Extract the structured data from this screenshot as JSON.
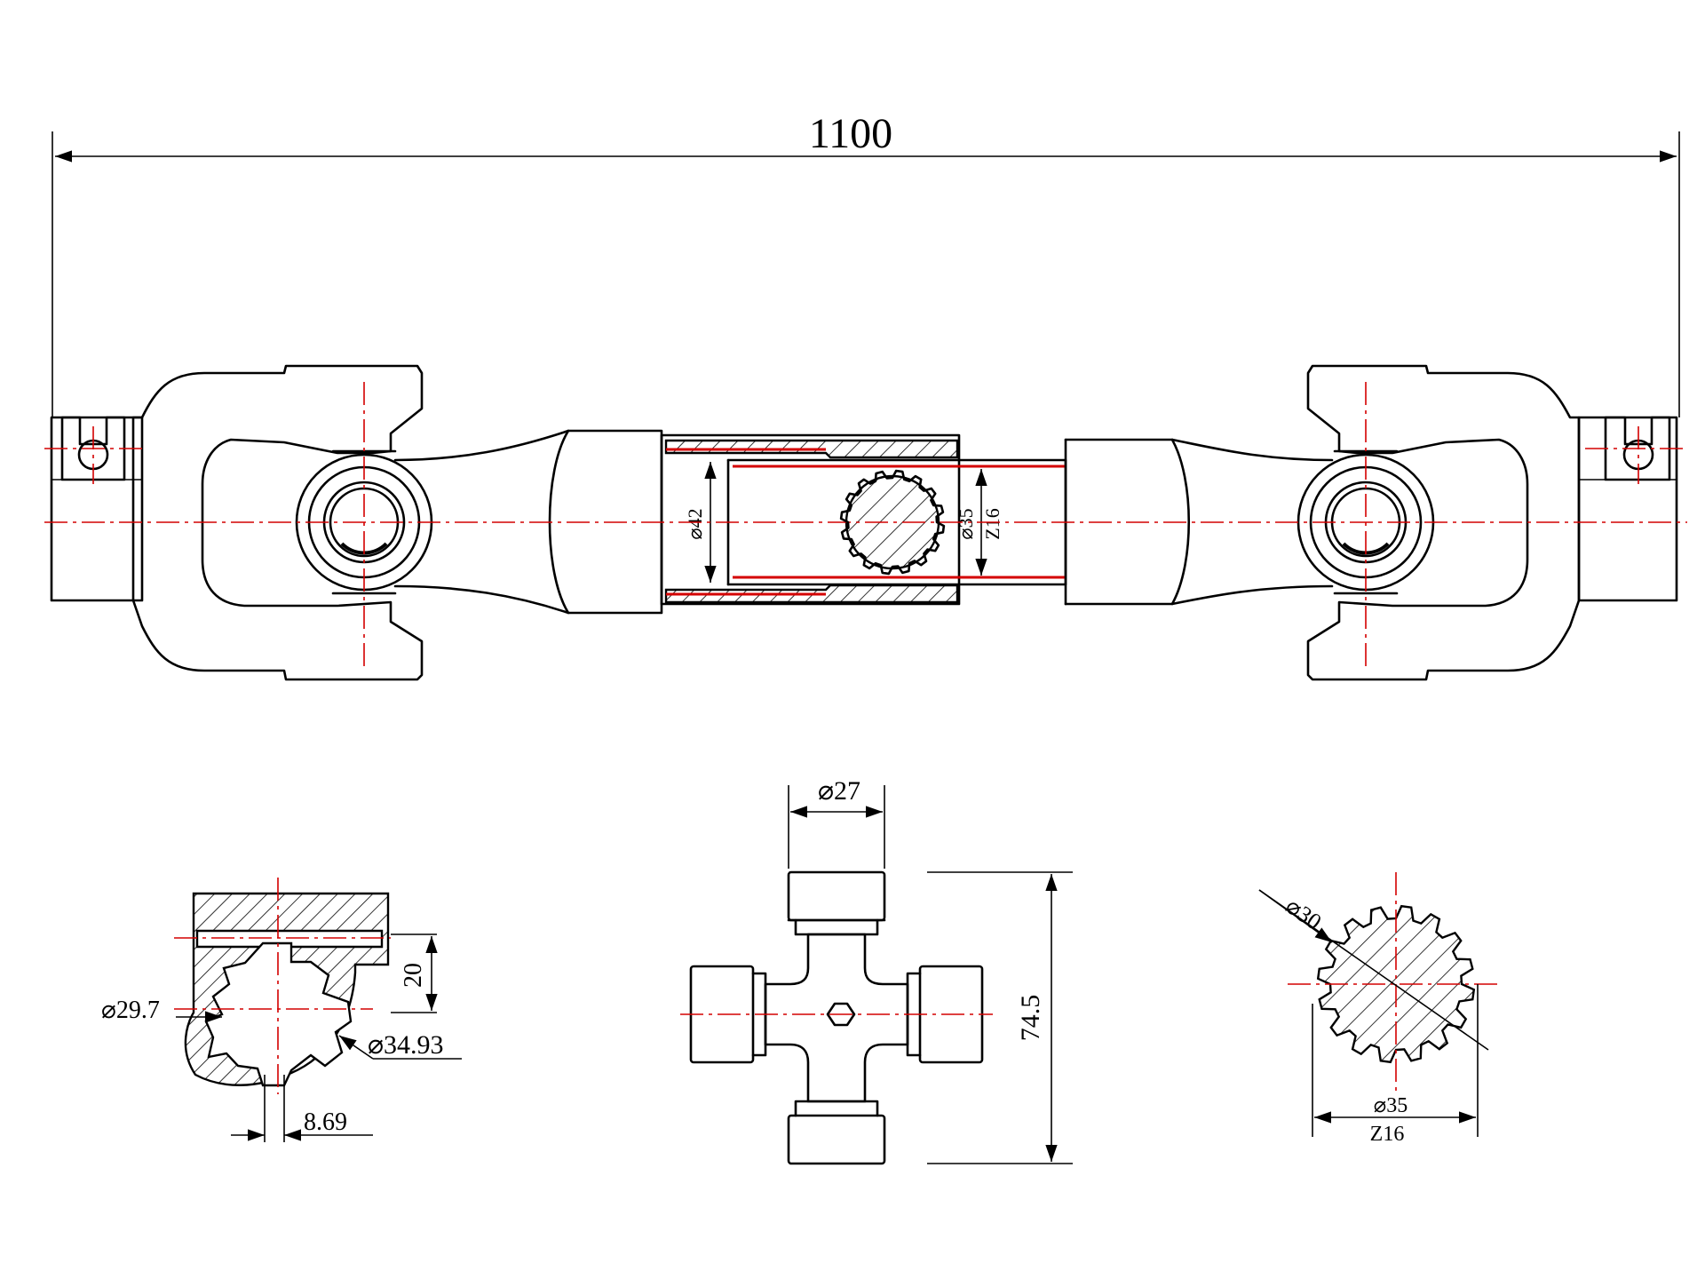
{
  "dimensions": {
    "overall_length": "1100",
    "tube_diameter": "⌀42",
    "shaft_diameter": "⌀35",
    "shaft_teeth": "Z16",
    "yoke_bore_minor": "⌀29.7",
    "yoke_bore_major": "⌀34.93",
    "yoke_key_width": "8.69",
    "yoke_offset": "20",
    "cross_journal_diameter": "⌀27",
    "cross_span": "74.5",
    "spline_minor": "⌀30",
    "spline_major": "⌀35",
    "spline_teeth": "Z16"
  },
  "colors": {
    "line": "#000000",
    "centerline": "#d40000"
  }
}
